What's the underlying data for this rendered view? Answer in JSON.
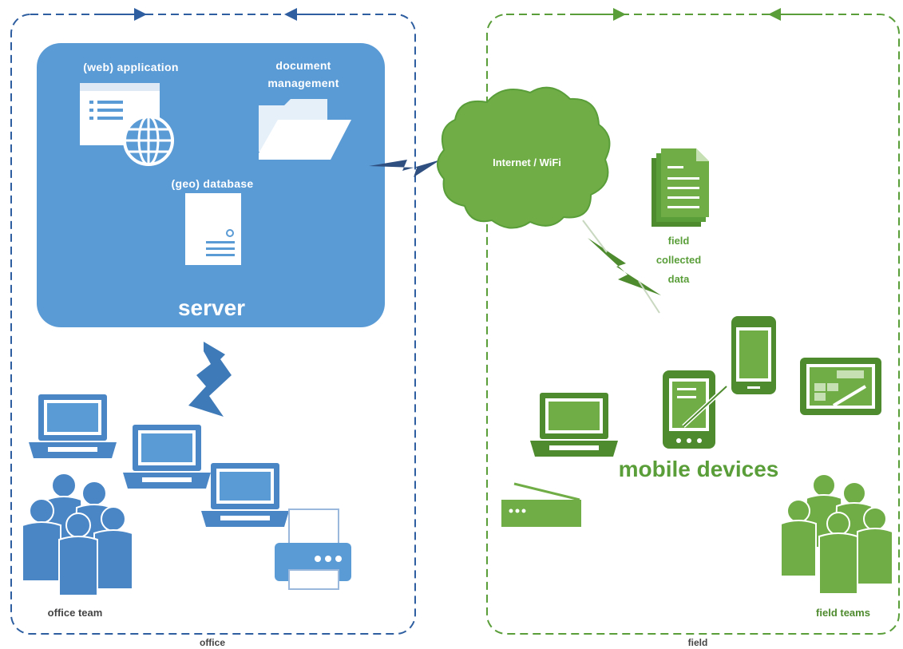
{
  "colors": {
    "office_blue": "#5b9bd5",
    "office_dark": "#2e5ea0",
    "field_green": "#70ad47",
    "field_dark": "#4e8a2e"
  },
  "office": {
    "zone_label": "office",
    "team_label": "office team",
    "server": {
      "title": "server",
      "web_app_label": "(web) application",
      "doc_label_line1": "document",
      "doc_label_line2": "management",
      "db_label": "(geo) database"
    }
  },
  "network": {
    "cloud_label": "Internet / WiFi"
  },
  "field": {
    "zone_label": "field",
    "data_line1": "field",
    "data_line2": "collected",
    "data_line3": "data",
    "devices_label": "mobile devices",
    "team_label": "field teams"
  },
  "icons": [
    "browser-window-icon",
    "globe-icon",
    "folder-icon",
    "server-tower-icon",
    "laptop-icon",
    "printer-icon",
    "people-icon",
    "cloud-icon",
    "lightning-icon",
    "document-stack-icon",
    "smartphone-icon",
    "pda-icon",
    "tablet-icon",
    "gps-receiver-icon"
  ]
}
